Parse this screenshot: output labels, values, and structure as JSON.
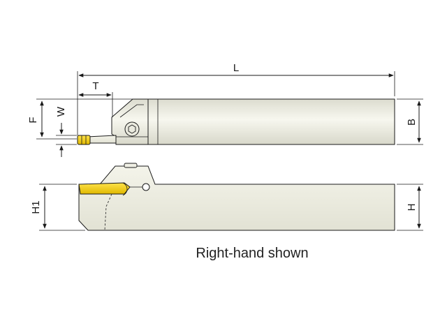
{
  "dimensions": {
    "L": "L",
    "T": "T",
    "F": "F",
    "W": "W",
    "B": "B",
    "H1": "H1",
    "H": "H"
  },
  "caption": "Right-hand shown",
  "colors": {
    "body_gradient_light": "#f7f7ef",
    "body_gradient_dark": "#dcdccf",
    "insert_yellow": "#f2cf00",
    "outline": "#1a1a1a"
  }
}
